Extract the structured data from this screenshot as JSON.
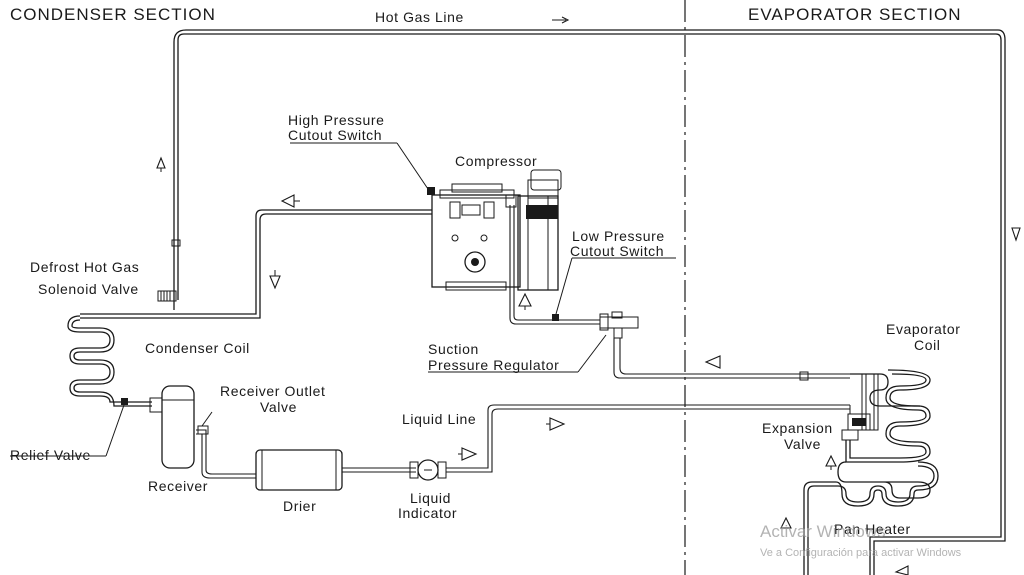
{
  "sections": {
    "condenser": "CONDENSER SECTION",
    "evaporator": "EVAPORATOR SECTION"
  },
  "labels": {
    "hot_gas_line": "Hot Gas Line",
    "high_pressure_1": "High Pressure",
    "high_pressure_2": "Cutout Switch",
    "compressor": "Compressor",
    "low_pressure_1": "Low Pressure",
    "low_pressure_2": "Cutout Switch",
    "defrost_1": "Defrost Hot Gas",
    "defrost_2": "Solenoid Valve",
    "condenser_coil": "Condenser Coil",
    "suction_1": "Suction",
    "suction_2": "Pressure Regulator",
    "evaporator_coil_1": "Evaporator",
    "evaporator_coil_2": "Coil",
    "receiver_outlet_1": "Receiver Outlet",
    "receiver_outlet_2": "Valve",
    "liquid_line": "Liquid Line",
    "expansion_1": "Expansion",
    "expansion_2": "Valve",
    "relief_valve": "Relief Valve",
    "receiver": "Receiver",
    "drier": "Drier",
    "liquid_indicator_1": "Liquid",
    "liquid_indicator_2": "Indicator",
    "pan_heater": "Pan Heater"
  },
  "watermark": {
    "line1": "Activar Windows",
    "line2": "Ve a Configuración para activar Windows"
  }
}
